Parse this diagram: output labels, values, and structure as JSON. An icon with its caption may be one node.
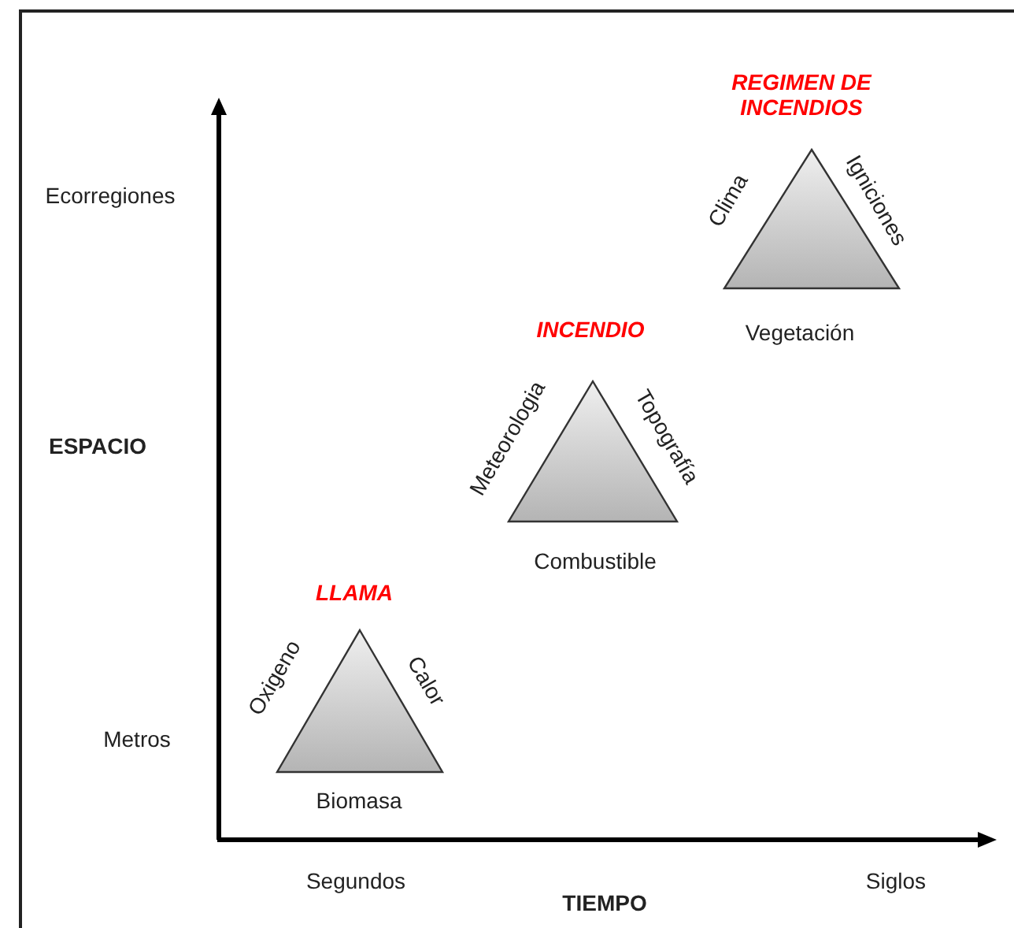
{
  "diagram": {
    "nodes": [
      {
        "text": [
          "LLAMA",
          "Oxigeno",
          "Calor",
          "Biomasa"
        ]
      },
      {
        "text": [
          "INCENDIO",
          "Meteorologia",
          "Topografía",
          "Combustible"
        ]
      },
      {
        "text": [
          "REGIMEN DE INCENDIOS",
          "Clima",
          "Igniciones",
          "Vegetación"
        ]
      }
    ],
    "edges": [],
    "labels": [
      "Ecorregiones",
      "ESPACIO",
      "Metros",
      "Segundos",
      "TIEMPO",
      "Siglos"
    ]
  }
}
